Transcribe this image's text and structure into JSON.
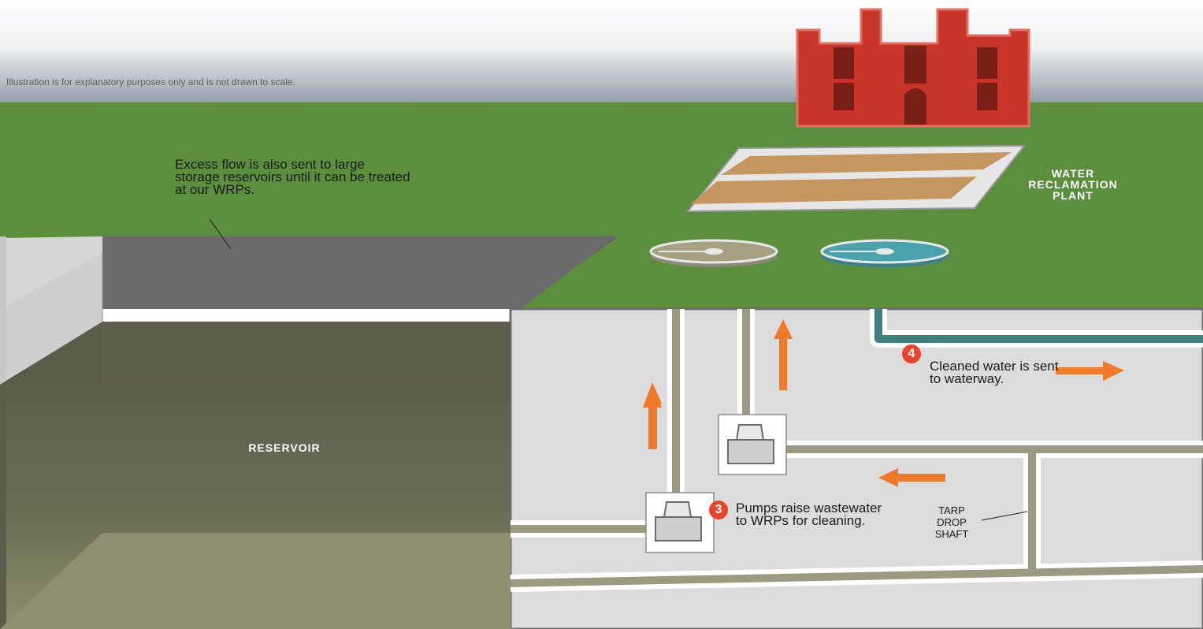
{
  "disclaimer": "Illustration is for explanatory purposes only and is not drawn to scale.",
  "labels": {
    "reservoir": "RESERVOIR",
    "water_reclamation_plant": "WATER RECLAMATION PLANT",
    "tarp_drop_shaft": "TARP DROP SHAFT"
  },
  "callouts": {
    "reservoir_note": "Excess flow is also sent to large storage reservoirs until it can be treated at our WRPs.",
    "pumps": "Pumps raise wastewater to WRPs for cleaning.",
    "cleaned_water": "Cleaned water is sent to waterway."
  },
  "steps": {
    "pumps_number": "3",
    "cleaned_water_number": "4"
  },
  "colors": {
    "grass": "#5b8f3e",
    "ground": "#dcdcdc",
    "pipe": "#9c9b82",
    "clean_pipe": "#3f7f80",
    "building": "#c9352b",
    "arrow": "#ee7a2a",
    "badge": "#e8442b",
    "reservoir_water": "#6b6e55"
  }
}
